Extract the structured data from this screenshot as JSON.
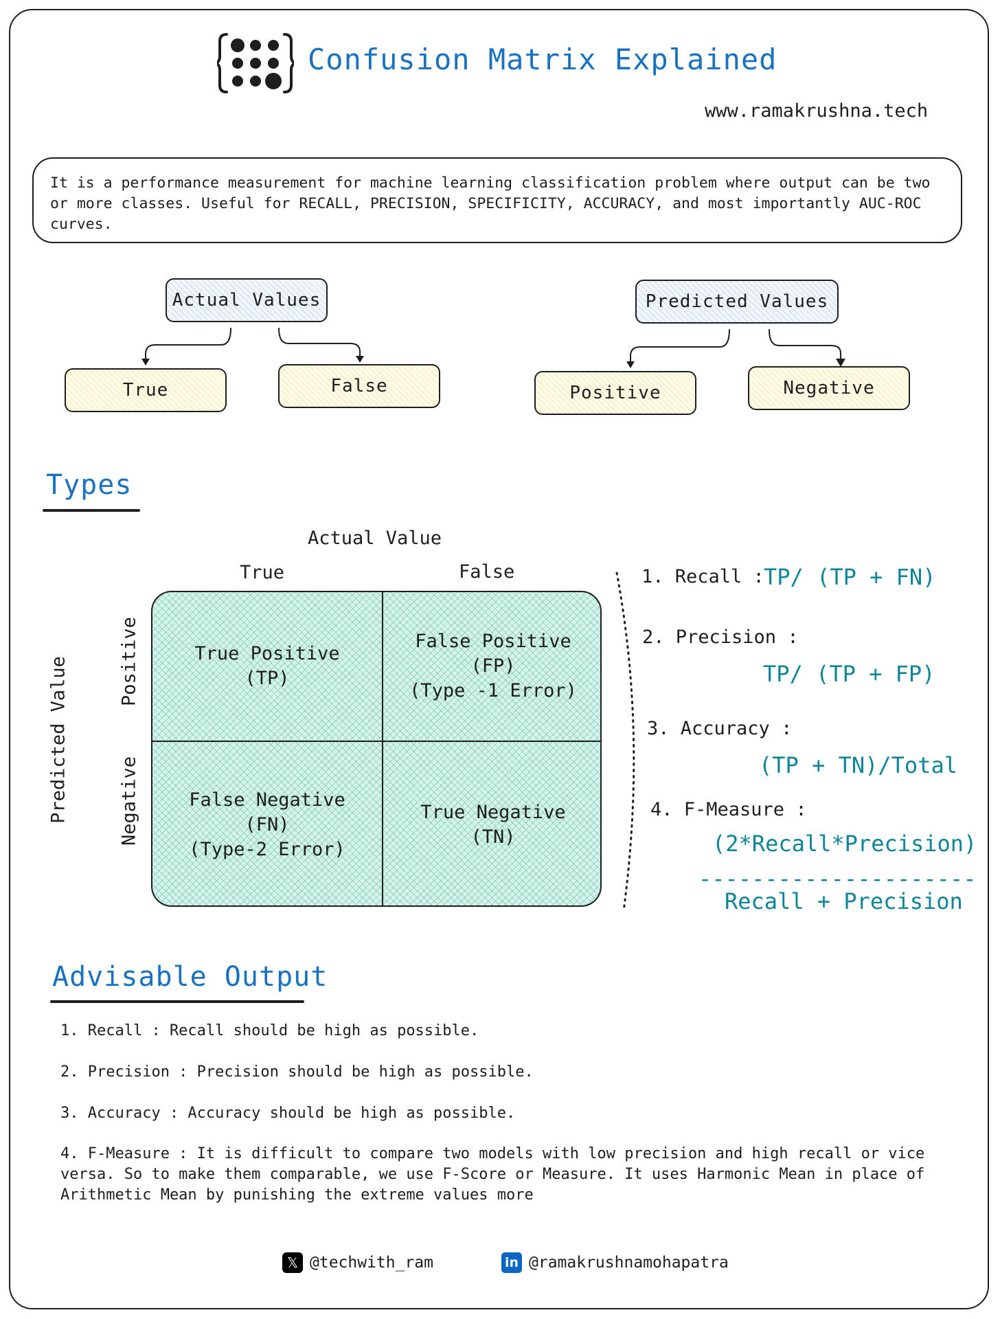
{
  "header": {
    "title": "Confusion Matrix Explained",
    "website": "www.ramakrushna.tech",
    "logo_icon": "dots-matrix-icon"
  },
  "description": "It is a performance measurement for machine learning classification problem where output can be two or more classes. Useful for RECALL, PRECISION, SPECIFICITY, ACCURACY, and most importantly AUC-ROC curves.",
  "hierarchy": {
    "actual": {
      "label": "Actual Values",
      "children": [
        "True",
        "False"
      ]
    },
    "predicted": {
      "label": "Predicted Values",
      "children": [
        "Positive",
        "Negative"
      ]
    }
  },
  "types": {
    "heading": "Types",
    "actual_axis": "Actual Value",
    "predicted_axis": "Predicted Value",
    "col_labels": [
      "True",
      "False"
    ],
    "row_labels": [
      "Positive",
      "Negative"
    ],
    "cells": {
      "tp": {
        "name": "True Positive",
        "abbr": "(TP)"
      },
      "fp": {
        "name": "False Positive",
        "abbr": "(FP)",
        "note": "(Type -1 Error)"
      },
      "fn": {
        "name": "False Negative",
        "abbr": "(FN)",
        "note": "(Type-2 Error)"
      },
      "tn": {
        "name": "True Negative",
        "abbr": "(TN)"
      }
    }
  },
  "metrics": [
    {
      "label": "1. Recall :",
      "formula": "TP/ (TP + FN)"
    },
    {
      "label": "2. Precision :",
      "formula": "TP/ (TP + FP)"
    },
    {
      "label": "3. Accuracy :",
      "formula": "(TP + TN)/Total"
    },
    {
      "label": "4. F-Measure :",
      "numerator": "(2*Recall*Precision)",
      "bar": "---------------------",
      "denominator": "Recall + Precision"
    }
  ],
  "advisable": {
    "heading": "Advisable Output",
    "items": [
      "1. Recall : Recall should be high as possible.",
      "2. Precision : Precision should be high as possible.",
      "3. Accuracy : Accuracy should be high as possible.",
      "4. F-Measure : It is difficult to compare two models with low precision and high recall or vice",
      "versa. So to make them comparable, we use F-Score or Measure. It uses Harmonic Mean in place of",
      "Arithmetic Mean by punishing the extreme values more"
    ]
  },
  "footer": {
    "x_handle": "@techwith_ram",
    "linkedin_handle": "@ramakrushnamohapatra"
  },
  "colors": {
    "accent_blue": "#1971c2",
    "formula_teal": "#0c8599",
    "matrix_fill": "#d6f3ea"
  }
}
